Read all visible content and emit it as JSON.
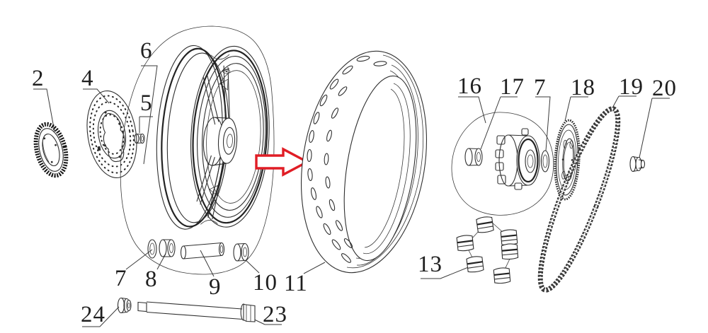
{
  "diagram": {
    "kind": "exploded-parts-diagram",
    "background_color": "#ffffff",
    "line_color": "#2f2f2f",
    "arrow_color": "#e01d25"
  },
  "callouts": {
    "c2": "2",
    "c4": "4",
    "c5": "5",
    "c6": "6",
    "c7a": "7",
    "c8": "8",
    "c9": "9",
    "c10": "10",
    "c11": "11",
    "c13": "13",
    "c16": "16",
    "c17": "17",
    "c7b": "7",
    "c18": "18",
    "c19": "19",
    "c20": "20",
    "c23": "23",
    "c24": "24"
  }
}
